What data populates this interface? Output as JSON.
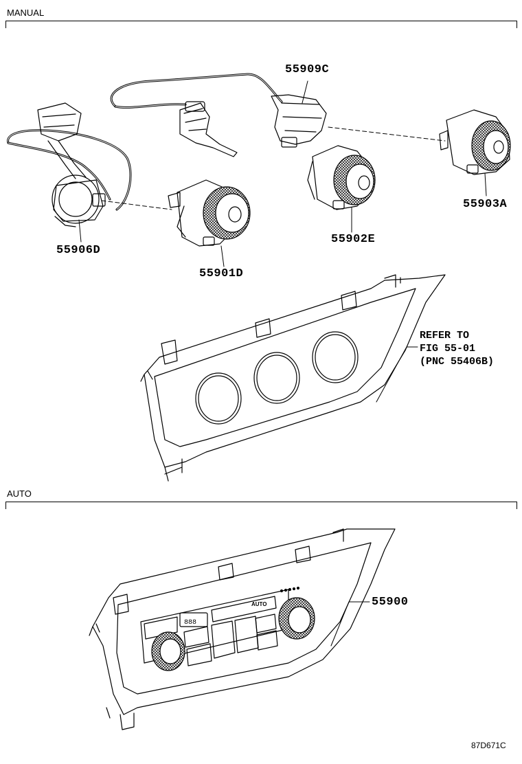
{
  "sections": {
    "manual": "MANUAL",
    "auto": "AUTO"
  },
  "parts": {
    "p55909c": "55909C",
    "p55903a": "55903A",
    "p55906d": "55906D",
    "p55901d": "55901D",
    "p55902e": "55902E",
    "p55900": "55900"
  },
  "reference": {
    "line1": "REFER TO",
    "line2": "FIG 55-01",
    "line3": "(PNC 55406B)"
  },
  "figure_code": "87D671C",
  "panel_display": {
    "temp_readout": "888",
    "auto_label": "AUTO"
  }
}
